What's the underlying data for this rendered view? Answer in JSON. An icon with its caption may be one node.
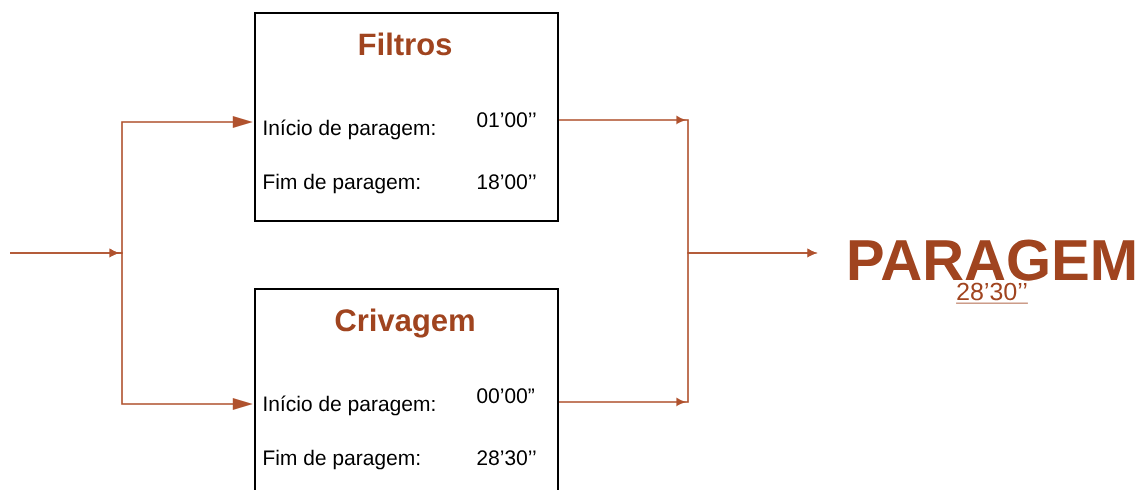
{
  "diagram": {
    "nodes": [
      {
        "text": [
          "Filtros",
          "Início de paragem:",
          "01’00’’",
          "Fim de paragem:",
          "18’00’’"
        ]
      },
      {
        "text": [
          "Crivagem",
          "Início de paragem:",
          "00’00”",
          "Fim de paragem:",
          "28’30’’"
        ]
      },
      {
        "text": [
          "PARAGEM",
          "28’30’’"
        ]
      }
    ],
    "edges": [
      {
        "from": null,
        "to": 0,
        "arrow": "to"
      },
      {
        "from": null,
        "to": 1,
        "arrow": "to"
      },
      {
        "from": 0,
        "to": 2,
        "arrow": "to"
      },
      {
        "from": 1,
        "to": 2,
        "arrow": "to"
      }
    ]
  }
}
